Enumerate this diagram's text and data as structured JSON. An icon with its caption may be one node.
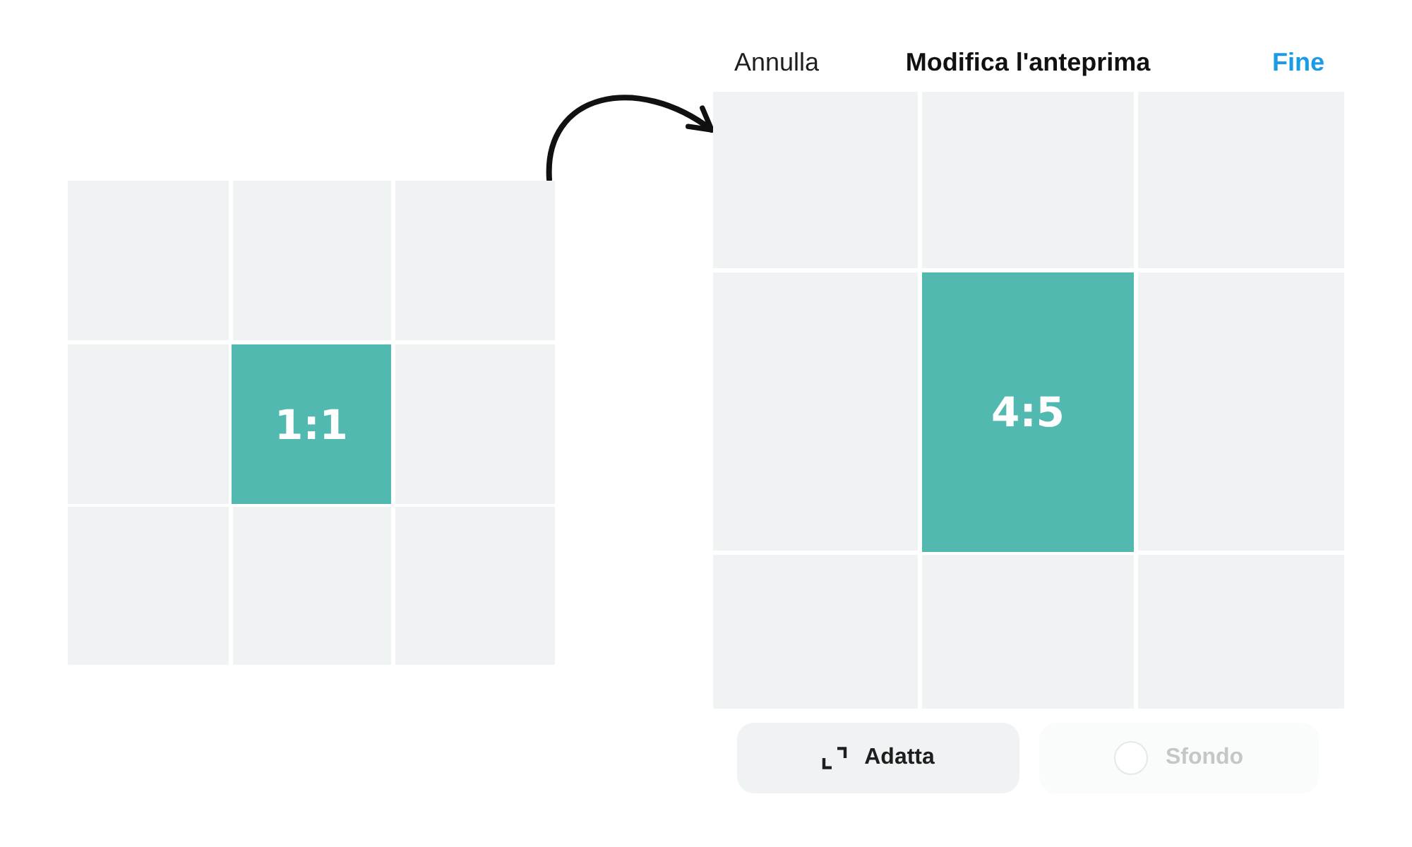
{
  "diagram": {
    "nodes": [
      {
        "text": [],
        "shape": "box"
      },
      {
        "text": [
          "1:1"
        ],
        "in": 0
      },
      {
        "text": [],
        "shape": "box"
      },
      {
        "text": [
          "4:5"
        ],
        "in": 2
      },
      {
        "text": [
          "Adatta"
        ]
      },
      {
        "text": [
          "Sfondo"
        ]
      }
    ],
    "edges": [
      {
        "from": 0,
        "to": 2,
        "arrow": "to"
      }
    ],
    "labels": [
      "Annulla",
      "Modifica l'anteprima",
      "Fine"
    ]
  }
}
